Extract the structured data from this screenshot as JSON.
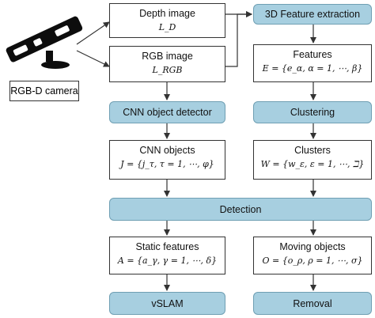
{
  "camera": {
    "label": "RGB-D camera"
  },
  "depth_box": {
    "title": "Depth image",
    "formula": "L_D"
  },
  "rgb_box": {
    "title": "RGB image",
    "formula": "L_RGB"
  },
  "feature_extraction": {
    "label": "3D Feature extraction"
  },
  "features_box": {
    "title": "Features",
    "formula": "E = {e_α, α = 1, ⋯, β}"
  },
  "cnn_detector": {
    "label": "CNN object detector"
  },
  "clustering": {
    "label": "Clustering"
  },
  "cnn_objects_box": {
    "title": "CNN objects",
    "formula": "J = {j_τ, τ = 1, ⋯, φ}"
  },
  "clusters_box": {
    "title": "Clusters",
    "formula": "W = {w_ε, ε = 1, ⋯, ℶ}"
  },
  "detection": {
    "label": "Detection"
  },
  "static_box": {
    "title": "Static features",
    "formula": "A = {a_γ, γ = 1, ⋯, δ}"
  },
  "moving_box": {
    "title": "Moving objects",
    "formula": "O = {o_ρ, ρ = 1, ⋯, σ}"
  },
  "vslam": {
    "label": "vSLAM"
  },
  "removal": {
    "label": "Removal"
  },
  "colors": {
    "process_fill": "#a7cfe0",
    "process_border": "#6f9fb3",
    "line": "#333333"
  }
}
